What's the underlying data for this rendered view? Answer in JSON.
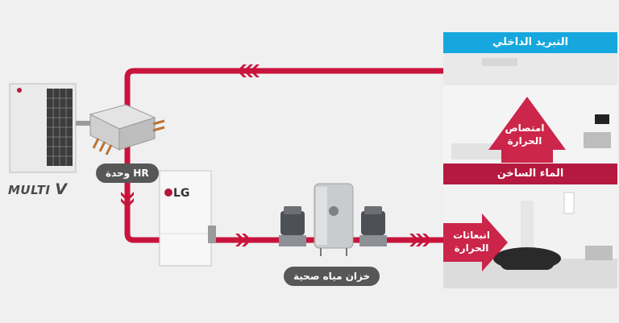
{
  "brand": {
    "multiv_main": "MULTI ",
    "multiv_v": "V",
    "lg": "LG"
  },
  "labels": {
    "hr_unit": "وحدة HR",
    "water_tank": "خزان مياه صحية"
  },
  "panels": {
    "cooling": {
      "title": "التبريد الداخلي",
      "arrow_line1": "امتصاص",
      "arrow_line2": "الحرارة"
    },
    "hot_water": {
      "title": "الماء الساخن",
      "arrow_line1": "انبعاثات",
      "arrow_line2": "الحرارة"
    }
  },
  "colors": {
    "pipe": "#c8143c",
    "cooling_header": "#15a7dd",
    "hot_water_header": "#b5193f",
    "caption_bg": "#575757"
  }
}
